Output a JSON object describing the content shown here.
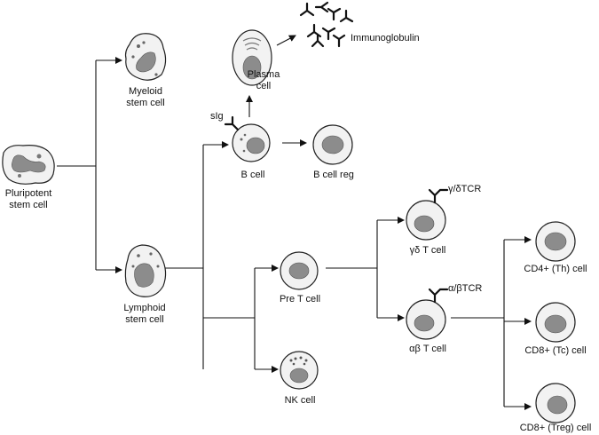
{
  "labels": {
    "pluripotent": [
      "Pluripotent",
      "stem cell"
    ],
    "myeloid": [
      "Myeloid",
      "stem cell"
    ],
    "lymphoid": [
      "Lymphoid",
      "stem cell"
    ],
    "plasma": [
      "Plasma",
      "cell"
    ],
    "immunoglobulin": "Immunoglobulin",
    "sig": "sIg",
    "bcell": "B cell",
    "bcellreg": "B cell reg",
    "pret": "Pre T cell",
    "nk": "NK cell",
    "gdtcr": "γ/δTCR",
    "gdt": "γδ T cell",
    "abtcr": "α/βTCR",
    "abt": "αβ T cell",
    "cd4": "CD4+ (Th) cell",
    "cd8tc": "CD8+ (Tc) cell",
    "cd8treg": "CD8+ (Treg) cell"
  }
}
